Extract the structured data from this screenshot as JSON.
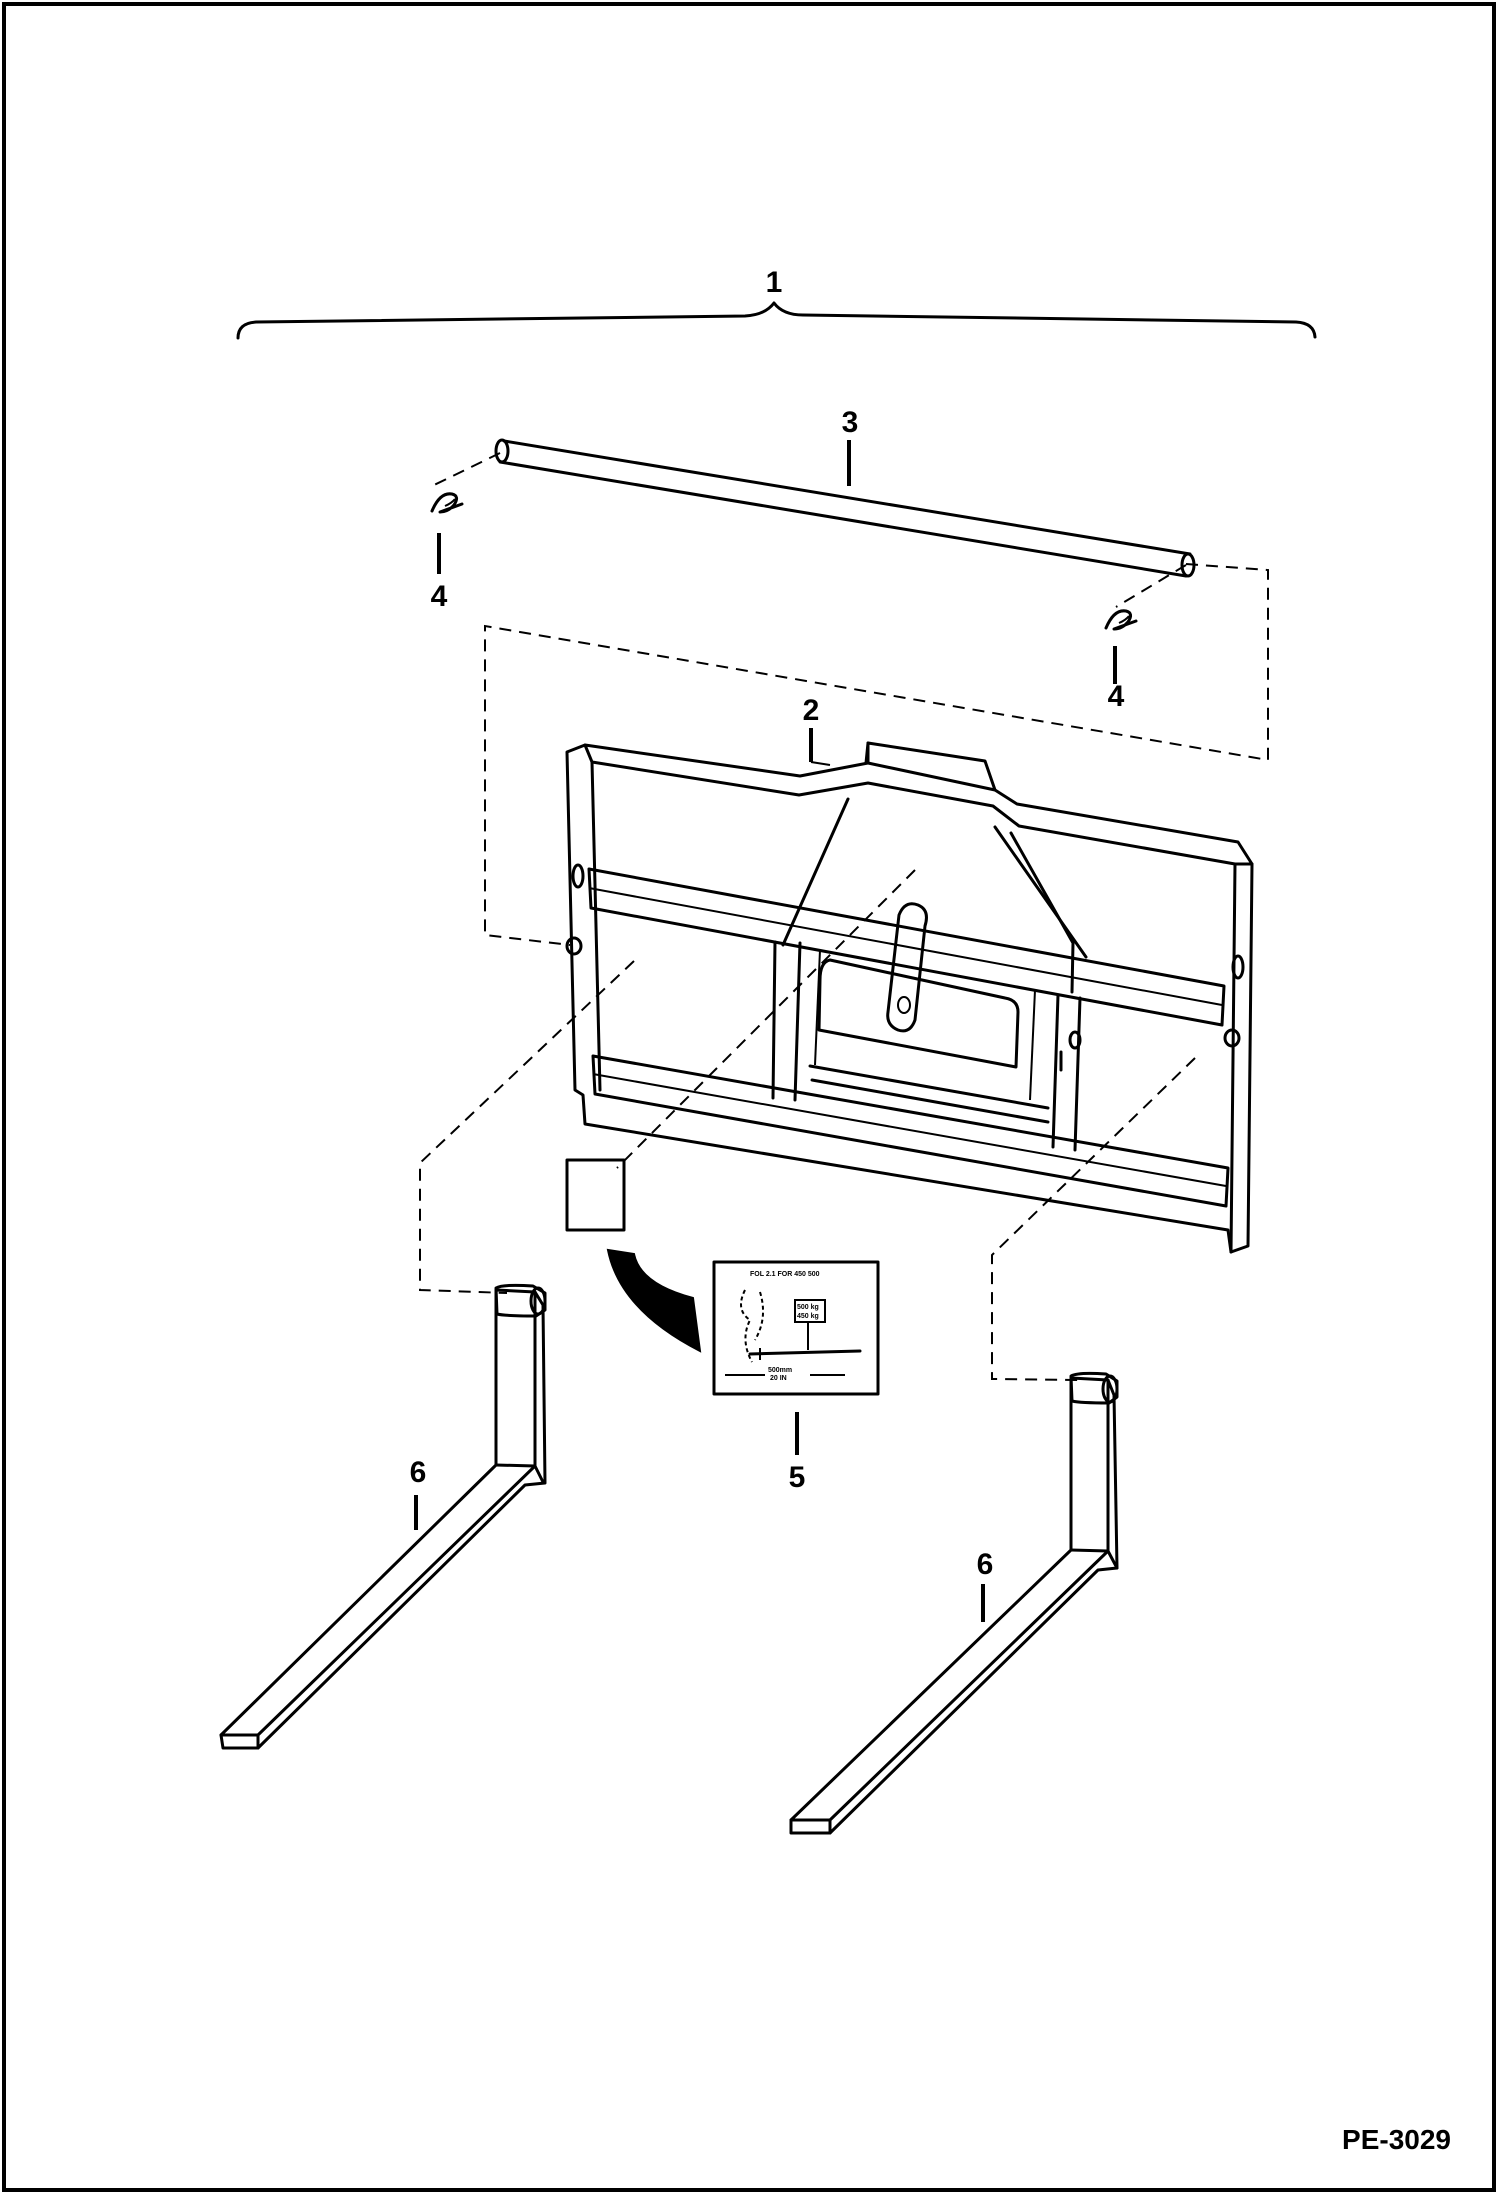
{
  "callouts": {
    "assembly": "1",
    "frame": "2",
    "pin": "3",
    "clip_left": "4",
    "clip_right": "4",
    "decal": "5",
    "fork_left": "6",
    "fork_right": "6"
  },
  "figure_code": "PE-3029"
}
